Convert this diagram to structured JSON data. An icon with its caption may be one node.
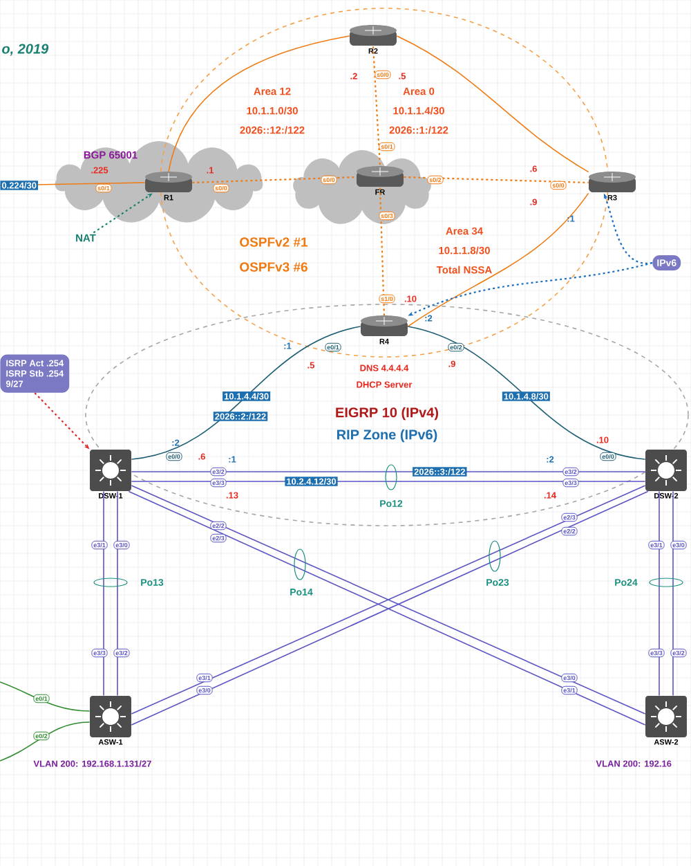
{
  "diagram": {
    "title": "o, 2019",
    "nodes": [
      {
        "text": [
          "R2"
        ]
      },
      {
        "text": [
          "R1"
        ]
      },
      {
        "text": [
          "FR"
        ]
      },
      {
        "text": [
          "R3"
        ]
      },
      {
        "text": [
          "NAT"
        ]
      },
      {
        "text": [
          "IPv6"
        ]
      },
      {
        "text": [
          "R4"
        ],
        "beside": [
          "DNS 4.4.4.4",
          "DHCP Server"
        ]
      },
      {
        "text": [
          "ISRP Act .254",
          "ISRP Stb .254",
          "9/27"
        ]
      },
      {
        "text": [
          "DSW-1"
        ]
      },
      {
        "text": [
          "DSW-2"
        ]
      },
      {
        "text": [
          "ASW-1"
        ]
      },
      {
        "text": [
          "ASW-2"
        ]
      }
    ],
    "edges": [
      {
        "from": null,
        "to": 1,
        "arrow": "none",
        "label": "0.224/30",
        "color": "#f07a12"
      },
      {
        "from": 4,
        "to": 1,
        "arrow": "to",
        "style": "dashed",
        "color": "#1a8070"
      },
      {
        "from": 1,
        "to": 0,
        "arrow": "none",
        "color": "#f07a12"
      },
      {
        "from": 0,
        "to": 3,
        "arrow": "none",
        "color": "#f07a12"
      },
      {
        "from": 3,
        "to": 6,
        "arrow": "none",
        "color": "#f07a12"
      },
      {
        "from": 1,
        "to": 2,
        "arrow": "none",
        "style": "dashed",
        "color": "#f07a12"
      },
      {
        "from": 0,
        "to": 2,
        "arrow": "none",
        "style": "dashed",
        "color": "#f07a12"
      },
      {
        "from": 2,
        "to": 3,
        "arrow": "none",
        "style": "dashed",
        "color": "#f07a12"
      },
      {
        "from": 2,
        "to": 6,
        "arrow": "none",
        "style": "dashed",
        "color": "#f07a12"
      },
      {
        "from": 6,
        "to": 8,
        "arrow": "none",
        "label": "10.1.4.4/30",
        "color": "#1f5f74"
      },
      {
        "from": 6,
        "to": 9,
        "arrow": "none",
        "label": "10.1.4.8/30",
        "color": "#1f5f74"
      },
      {
        "from": 8,
        "to": 9,
        "arrow": "none",
        "label": "2026::3:/122"
      },
      {
        "from": 8,
        "to": 9,
        "arrow": "none",
        "label": "10.2.4.12/30"
      },
      {
        "from": 8,
        "to": 10,
        "arrow": "none"
      },
      {
        "from": 8,
        "to": 10,
        "arrow": "none"
      },
      {
        "from": 8,
        "to": 11,
        "arrow": "none"
      },
      {
        "from": 8,
        "to": 11,
        "arrow": "none"
      },
      {
        "from": 9,
        "to": 10,
        "arrow": "none"
      },
      {
        "from": 9,
        "to": 10,
        "arrow": "none"
      },
      {
        "from": 9,
        "to": 11,
        "arrow": "none"
      },
      {
        "from": 9,
        "to": 11,
        "arrow": "none"
      },
      {
        "from": 7,
        "to": 8,
        "arrow": "to",
        "style": "dashed",
        "color": "#e02828"
      },
      {
        "from": 5,
        "to": 3,
        "arrow": "to",
        "style": "dashed",
        "color": "#1d6fc0"
      },
      {
        "from": 5,
        "to": 6,
        "arrow": "to",
        "style": "dashed",
        "color": "#1d6fc0"
      },
      {
        "from": null,
        "to": 10,
        "arrow": "none",
        "color": "#2e8b2e"
      },
      {
        "from": null,
        "to": 10,
        "arrow": "none",
        "color": "#2e8b2e"
      }
    ],
    "labels": [
      "Area 12",
      "10.1.1.0/30",
      "2026::12:/122",
      ".2",
      "s0/0",
      ".5",
      "Area 0",
      "10.1.1.4/30",
      "2026::1:/122",
      "s0/1",
      "BGP 65001",
      ".225",
      ".1",
      "s0/1",
      "s0/0",
      "s0/0",
      "s0/2",
      ".6",
      "s0/0",
      ".9",
      "s0/3",
      ":1",
      "Area 34",
      "10.1.1.8/30",
      "Total NSSA",
      "OSPFv2 #1",
      "OSPFv3 #6",
      "s1/0",
      ".10",
      ":2",
      ":1",
      "e0/1",
      "e0/2",
      ".5",
      ".9",
      "EIGRP 10 (IPv4)",
      "2026::2:/122",
      "RIP Zone (IPv6)",
      ":2",
      "e0/0",
      ".6",
      ":1",
      ":2",
      ".10",
      "e0/0",
      "e3/2",
      "e3/2",
      "e3/3",
      "e3/3",
      ".13",
      ".14",
      "Po12",
      "e2/2",
      "e2/3",
      "e3/1",
      "e3/0",
      "e2/3",
      "e2/2",
      "e3/1",
      "e3/0",
      "Po13",
      "Po14",
      "Po23",
      "Po24",
      "e3/3",
      "e3/2",
      "e3/3",
      "e3/2",
      "e3/1",
      "e3/0",
      "e3/0",
      "e3/1",
      "e0/1",
      "e0/2",
      "VLAN 200:  192.168.1.131/27",
      "VLAN 200:  192.16"
    ]
  }
}
